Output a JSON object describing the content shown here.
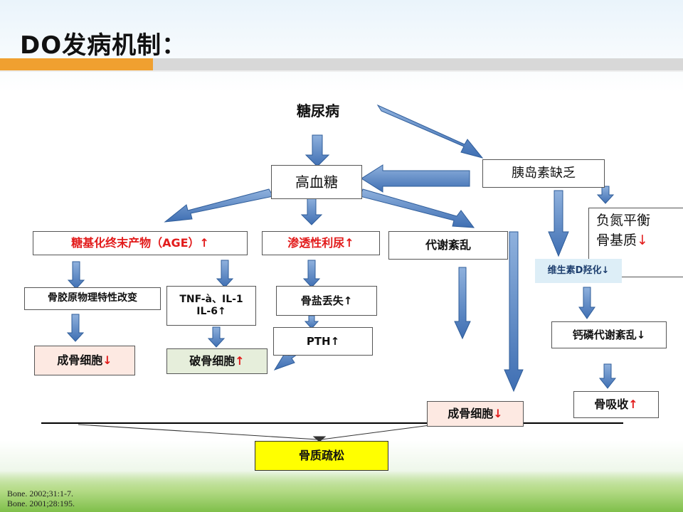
{
  "title": "DO发病机制：",
  "nodes": {
    "diabetes": "糖尿病",
    "hyperglycemia": "高血糖",
    "insulin_deficiency": "胰岛素缺乏",
    "age": "糖基化终末产物（AGE）↑",
    "osmotic_diuresis": "渗透性利尿↑",
    "metabolic_disorder": "代谢紊乱",
    "negative_nitrogen_line1": "负氮平衡",
    "negative_nitrogen_line2": "骨基质",
    "negative_nitrogen_arrow": "↓",
    "vitd": "维生素D羟化↓",
    "collagen": "骨胶原物理特性改变",
    "cytokines_line1": "TNF-à、IL-1",
    "cytokines_line2": "IL-6↑",
    "bone_salt_loss": "骨盐丢失↑",
    "pth": "PTH↑",
    "ca_p": "钙磷代谢紊乱↓",
    "osteoblast_left_text": "成骨细胞",
    "osteoblast_left_arrow": "↓",
    "osteoclast_text": "破骨细胞",
    "osteoclast_arrow": "↑",
    "osteoblast_right_text": "成骨细胞",
    "osteoblast_right_arrow": "↓",
    "bone_resorption_text": "骨吸收",
    "bone_resorption_arrow": "↑",
    "osteoporosis": "骨质疏松"
  },
  "references": [
    "Bone. 2002;31:1-7.",
    "Bone. 2001;28:195."
  ],
  "colors": {
    "accent_orange": "#f0a030",
    "arrow_blue": "#4f7ec0",
    "highlight_red": "#e21b1b",
    "result_yellow": "#ffff00"
  }
}
